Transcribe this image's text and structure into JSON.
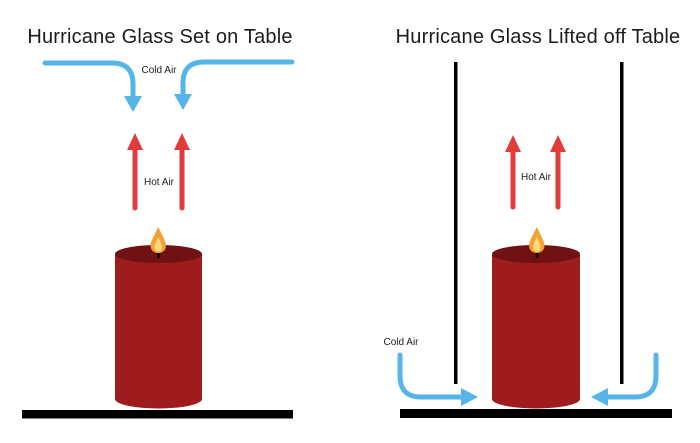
{
  "colors": {
    "cold_air": "#55B4E8",
    "hot_air": "#E23B3B",
    "candle_body": "#9E1C1E",
    "candle_top": "#701114",
    "flame_outer": "#F2A132",
    "flame_inner": "#FDD97E",
    "ink": "#000000",
    "text": "#1c1c1c"
  },
  "left_panel": {
    "title": "Hurricane Glass Set on Table",
    "cold_air_label": "Cold Air",
    "hot_air_label": "Hot Air"
  },
  "right_panel": {
    "title": "Hurricane Glass Lifted off Table",
    "cold_air_label": "Cold Air",
    "hot_air_label": "Hot Air"
  }
}
